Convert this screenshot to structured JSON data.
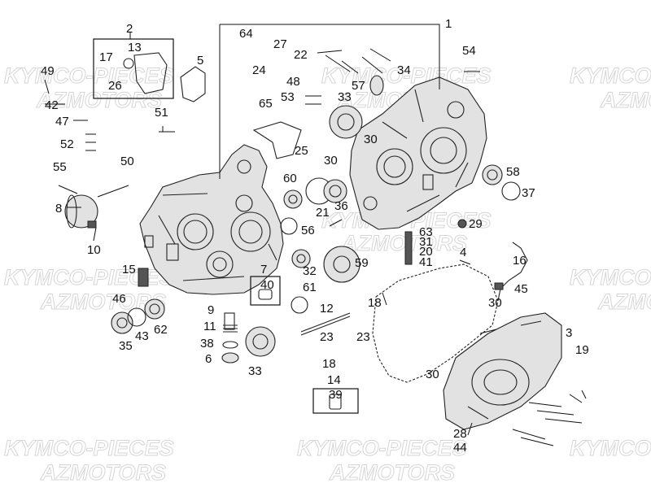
{
  "watermarks": [
    "KYMCO-PIECES",
    "AZMOTORS"
  ],
  "callouts": {
    "c1": "1",
    "c2": "2",
    "c3": "3",
    "c4": "4",
    "c5": "5",
    "c6": "6",
    "c7": "7",
    "c8": "8",
    "c9": "9",
    "c10": "10",
    "c11": "11",
    "c12": "12",
    "c13": "13",
    "c14": "14",
    "c15": "15",
    "c16": "16",
    "c17": "17",
    "c18a": "18",
    "c18b": "18",
    "c19": "19",
    "c20": "20",
    "c21": "21",
    "c22": "22",
    "c23a": "23",
    "c23b": "23",
    "c24": "24",
    "c25": "25",
    "c26": "26",
    "c27": "27",
    "c28": "28",
    "c29": "29",
    "c30a": "30",
    "c30b": "30",
    "c30c": "30",
    "c30d": "30",
    "c31": "31",
    "c32": "32",
    "c33a": "33",
    "c33b": "33",
    "c34": "34",
    "c35": "35",
    "c36": "36",
    "c37": "37",
    "c38": "38",
    "c39": "39",
    "c40": "40",
    "c41": "41",
    "c42": "42",
    "c43": "43",
    "c44": "44",
    "c45": "45",
    "c46": "46",
    "c47": "47",
    "c48": "48",
    "c49": "49",
    "c50": "50",
    "c51": "51",
    "c52": "52",
    "c53": "53",
    "c54": "54",
    "c55": "55",
    "c56": "56",
    "c57": "57",
    "c58": "58",
    "c59": "59",
    "c60": "60",
    "c61": "61",
    "c62": "62",
    "c63": "63",
    "c64": "64",
    "c65": "65"
  }
}
